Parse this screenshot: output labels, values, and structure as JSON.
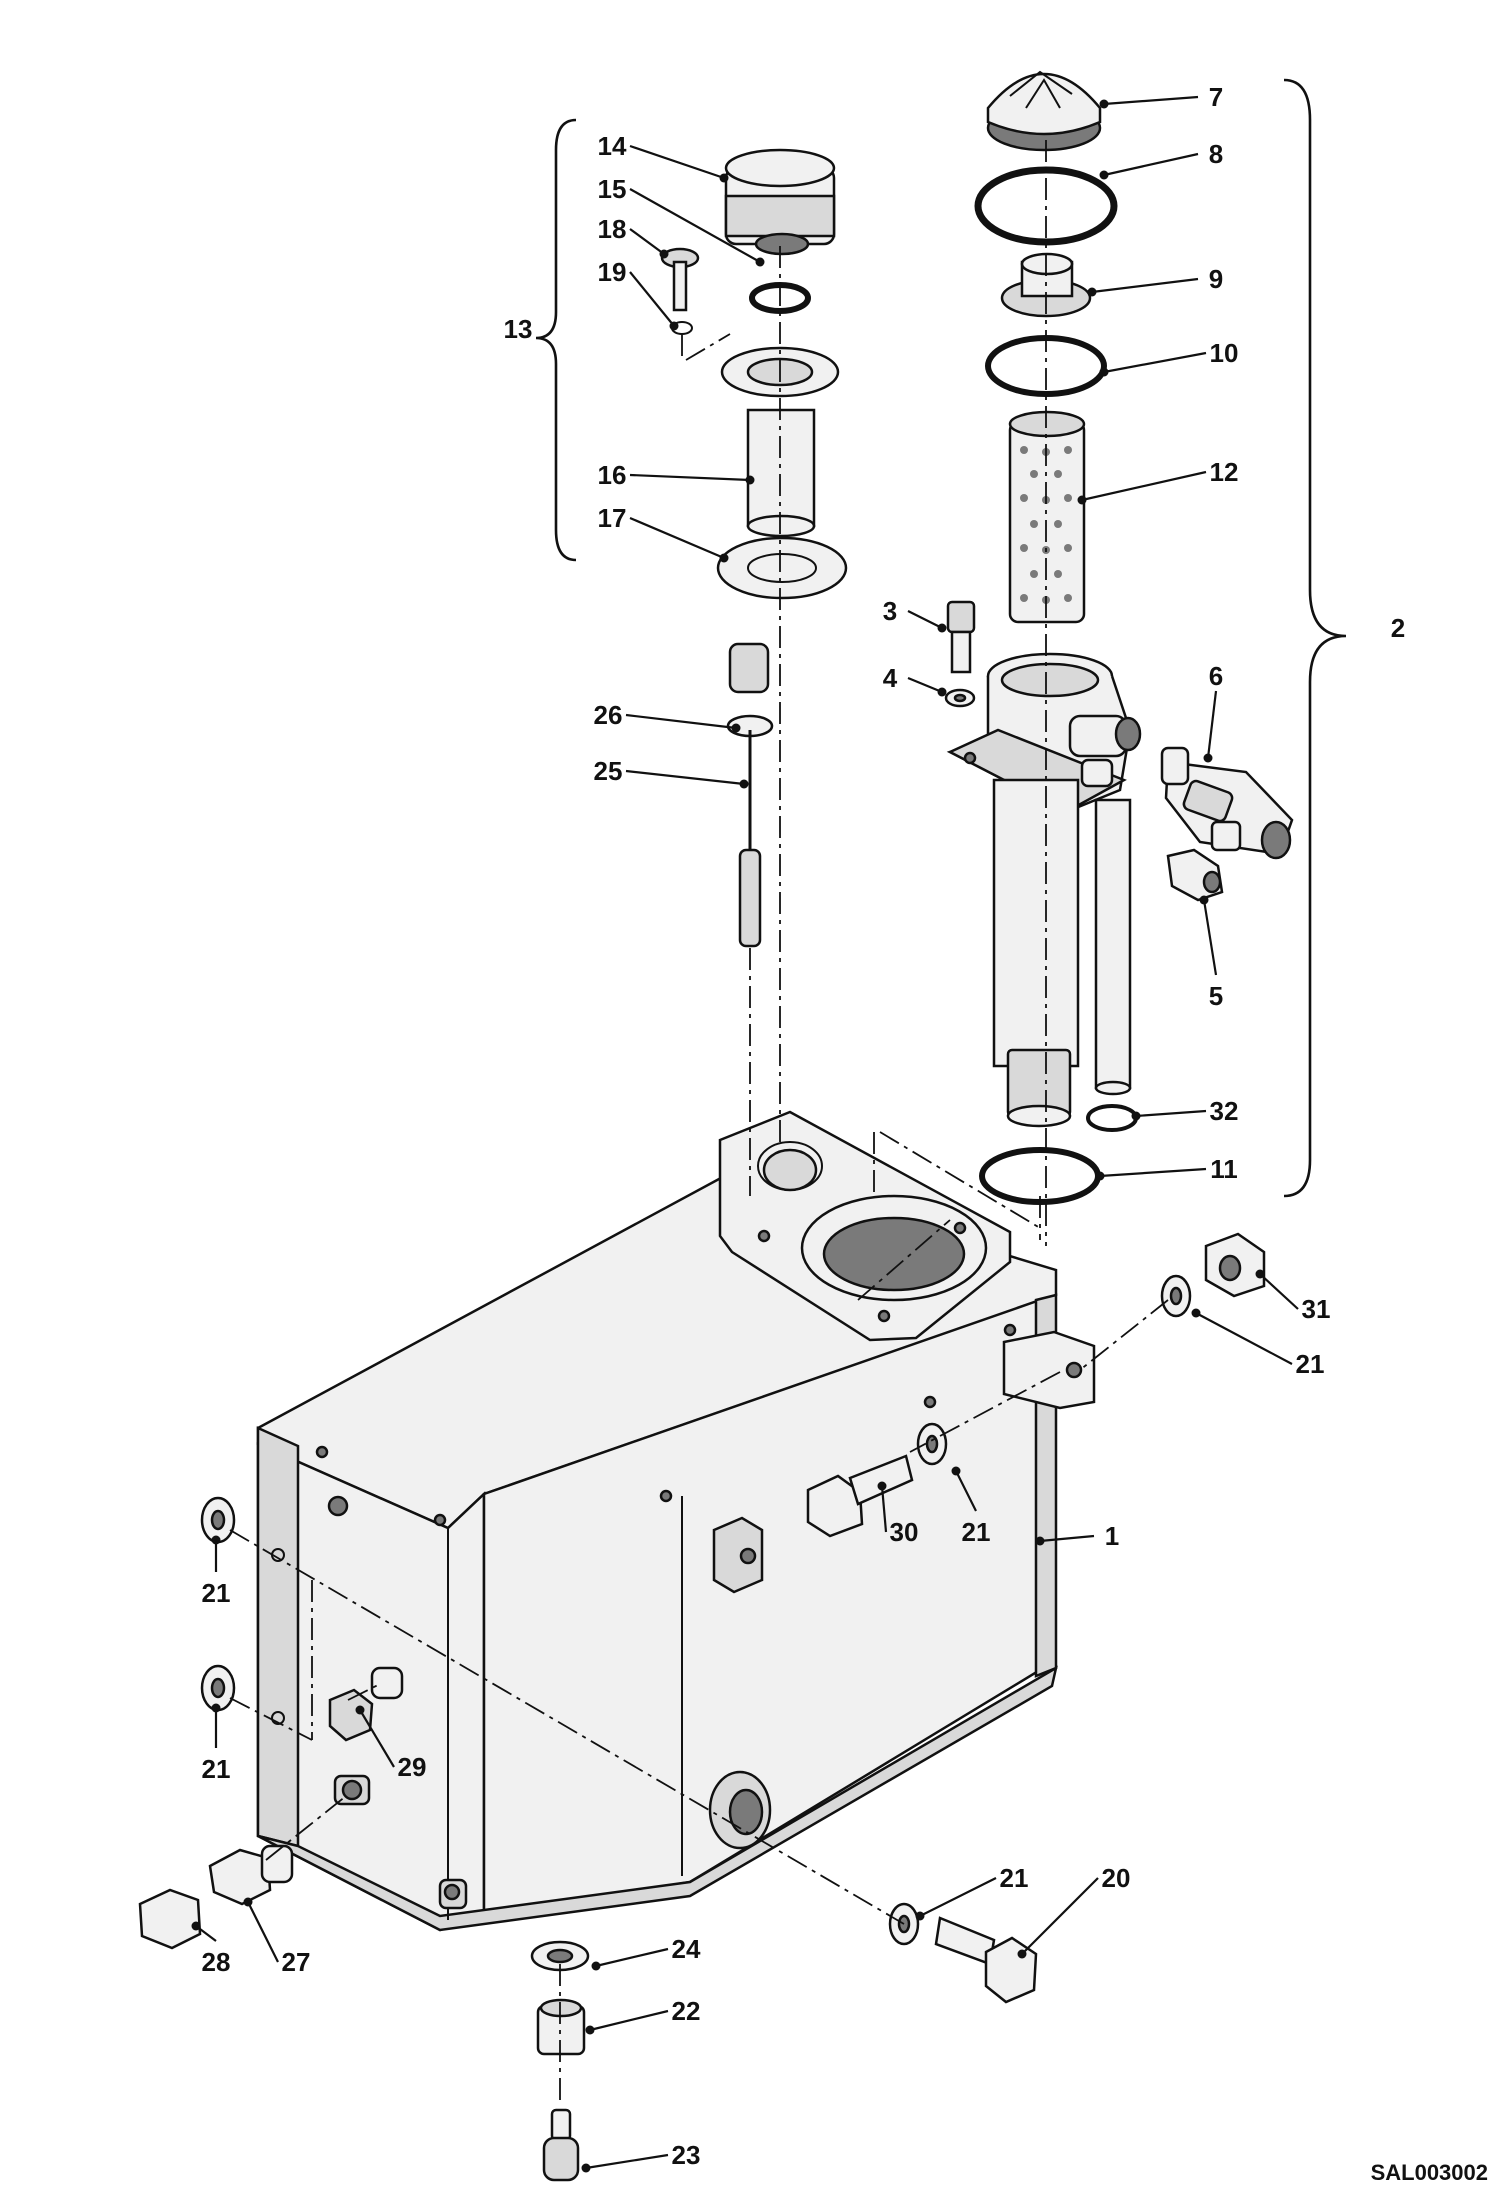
{
  "drawing_code": "SAL003002",
  "callouts": [
    {
      "id": "c1",
      "text": "1",
      "label": [
        1112,
        1545
      ],
      "target": [
        1040,
        1541
      ]
    },
    {
      "id": "c2",
      "text": "2",
      "label": [
        1398,
        637
      ],
      "target": null
    },
    {
      "id": "c3",
      "text": "3",
      "label": [
        890,
        620
      ],
      "target": [
        942,
        628
      ]
    },
    {
      "id": "c4",
      "text": "4",
      "label": [
        890,
        687
      ],
      "target": [
        942,
        692
      ]
    },
    {
      "id": "c5",
      "text": "5",
      "label": [
        1216,
        1005
      ],
      "target": [
        1204,
        900
      ]
    },
    {
      "id": "c6",
      "text": "6",
      "label": [
        1216,
        685
      ],
      "target": [
        1208,
        758
      ]
    },
    {
      "id": "c7",
      "text": "7",
      "label": [
        1216,
        106
      ],
      "target": [
        1104,
        104
      ]
    },
    {
      "id": "c8",
      "text": "8",
      "label": [
        1216,
        163
      ],
      "target": [
        1104,
        175
      ]
    },
    {
      "id": "c9",
      "text": "9",
      "label": [
        1216,
        288
      ],
      "target": [
        1092,
        292
      ]
    },
    {
      "id": "c10",
      "text": "10",
      "label": [
        1224,
        362
      ],
      "target": [
        1104,
        372
      ]
    },
    {
      "id": "c11",
      "text": "11",
      "label": [
        1224,
        1178
      ],
      "target": [
        1100,
        1176
      ]
    },
    {
      "id": "c12",
      "text": "12",
      "label": [
        1224,
        481
      ],
      "target": [
        1082,
        500
      ]
    },
    {
      "id": "c13",
      "text": "13",
      "label": [
        518,
        338
      ],
      "target": null
    },
    {
      "id": "c14",
      "text": "14",
      "label": [
        612,
        155
      ],
      "target": [
        724,
        178
      ]
    },
    {
      "id": "c15",
      "text": "15",
      "label": [
        612,
        198
      ],
      "target": [
        760,
        262
      ]
    },
    {
      "id": "c16",
      "text": "16",
      "label": [
        612,
        484
      ],
      "target": [
        750,
        480
      ]
    },
    {
      "id": "c17",
      "text": "17",
      "label": [
        612,
        527
      ],
      "target": [
        724,
        558
      ]
    },
    {
      "id": "c18",
      "text": "18",
      "label": [
        612,
        238
      ],
      "target": [
        664,
        254
      ]
    },
    {
      "id": "c19",
      "text": "19",
      "label": [
        612,
        281
      ],
      "target": [
        674,
        326
      ]
    },
    {
      "id": "c20",
      "text": "20",
      "label": [
        1116,
        1887
      ],
      "target": [
        1022,
        1954
      ]
    },
    {
      "id": "c21a",
      "text": "21",
      "label": [
        1310,
        1373
      ],
      "target": [
        1196,
        1313
      ]
    },
    {
      "id": "c21b",
      "text": "21",
      "label": [
        976,
        1541
      ],
      "target": [
        956,
        1471
      ]
    },
    {
      "id": "c21c",
      "text": "21",
      "label": [
        216,
        1602
      ],
      "target": [
        216,
        1540
      ]
    },
    {
      "id": "c21d",
      "text": "21",
      "label": [
        216,
        1778
      ],
      "target": [
        216,
        1708
      ]
    },
    {
      "id": "c21e",
      "text": "21",
      "label": [
        1014,
        1887
      ],
      "target": [
        920,
        1916
      ]
    },
    {
      "id": "c22",
      "text": "22",
      "label": [
        686,
        2020
      ],
      "target": [
        590,
        2030
      ]
    },
    {
      "id": "c23",
      "text": "23",
      "label": [
        686,
        2164
      ],
      "target": [
        586,
        2168
      ]
    },
    {
      "id": "c24",
      "text": "24",
      "label": [
        686,
        1958
      ],
      "target": [
        596,
        1966
      ]
    },
    {
      "id": "c25",
      "text": "25",
      "label": [
        608,
        780
      ],
      "target": [
        744,
        784
      ]
    },
    {
      "id": "c26",
      "text": "26",
      "label": [
        608,
        724
      ],
      "target": [
        736,
        728
      ]
    },
    {
      "id": "c27",
      "text": "27",
      "label": [
        296,
        1971
      ],
      "target": [
        248,
        1902
      ]
    },
    {
      "id": "c28",
      "text": "28",
      "label": [
        216,
        1971
      ],
      "target": [
        196,
        1926
      ]
    },
    {
      "id": "c29",
      "text": "29",
      "label": [
        412,
        1776
      ],
      "target": [
        360,
        1710
      ]
    },
    {
      "id": "c30",
      "text": "30",
      "label": [
        904,
        1541
      ],
      "target": [
        882,
        1486
      ]
    },
    {
      "id": "c31",
      "text": "31",
      "label": [
        1316,
        1318
      ],
      "target": [
        1260,
        1274
      ]
    },
    {
      "id": "c32",
      "text": "32",
      "label": [
        1224,
        1120
      ],
      "target": [
        1136,
        1116
      ]
    }
  ]
}
